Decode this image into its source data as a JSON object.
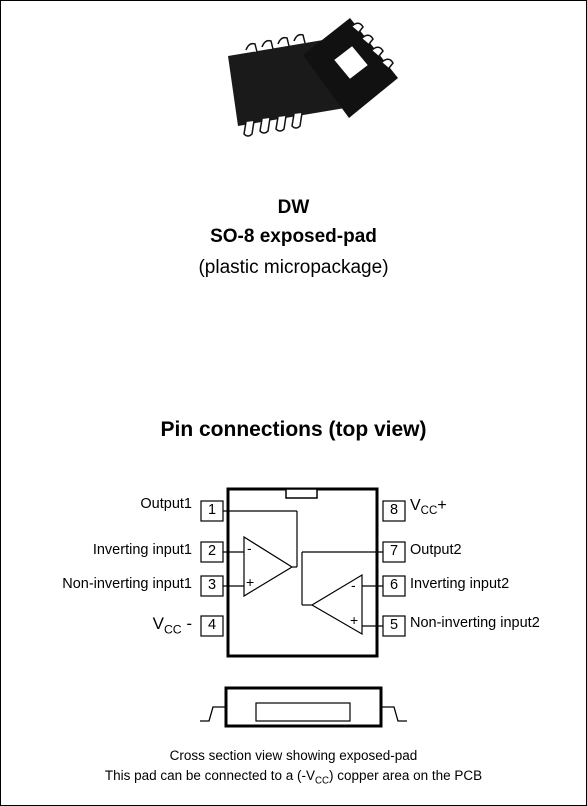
{
  "package": {
    "code": "DW",
    "name": "SO-8 exposed-pad",
    "description": "(plastic micropackage)"
  },
  "pin_diagram": {
    "title": "Pin connections (top view)",
    "left_pins": [
      {
        "number": "1",
        "label": "Output1"
      },
      {
        "number": "2",
        "label": "Inverting input1"
      },
      {
        "number": "3",
        "label": "Non-inverting input1"
      },
      {
        "number": "4",
        "label_main": "V",
        "label_sub": "CC",
        "label_suffix": " -"
      }
    ],
    "right_pins": [
      {
        "number": "8",
        "label_main": "V",
        "label_sub": "CC",
        "label_suffix": "+"
      },
      {
        "number": "7",
        "label": "Output2"
      },
      {
        "number": "6",
        "label": "Inverting input2"
      },
      {
        "number": "5",
        "label": "Non-inverting input2"
      }
    ],
    "opamp_signs": {
      "minus": "-",
      "plus": "+"
    }
  },
  "cross_section": {
    "caption_line1": "Cross section view  showing exposed-pad",
    "caption_line2_pre": "This pad can be connected to a (-V",
    "caption_line2_sub": "CC",
    "caption_line2_post": ") copper area on the PCB"
  }
}
